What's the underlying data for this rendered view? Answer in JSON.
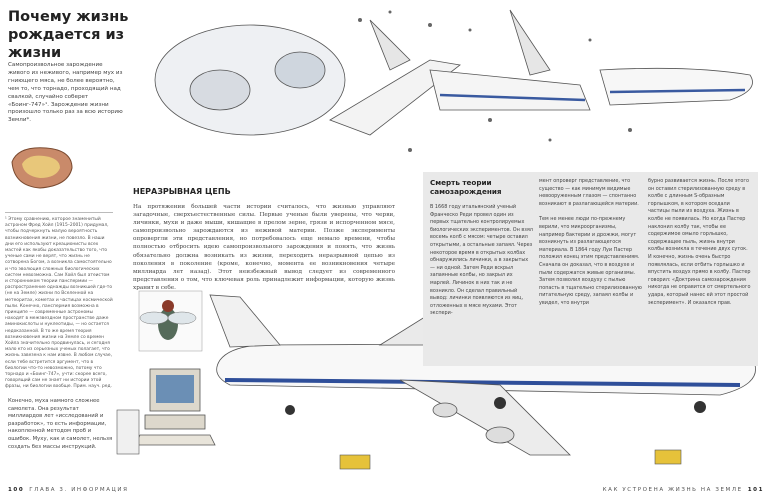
{
  "title": "Почему жизнь рождается из жизни",
  "intro": "Самопроизвольное зарождение живого из неживого, например мух из гниющего мяса, не более вероятно, чем то, что торнадо, проходящий над свалкой, случайно соберет «Боинг-747»¹. Зарождение жизни произошло только раз за всю историю Земли*.",
  "footnote": "¹ Этому сравнению, которое знаменитый астроном Фред Хойл (1915–2001) придумал, чтобы подчеркнуть малую вероятность возникновения жизни, не повезло. В наши дни его используют креационисты всех мастей как якобы доказательство того, что ученые сами не верят, что жизнь не сотворена Богом, а возникла самостоятельно и что эволюция сложных биологических систем невозможна. Сам Хойл был атеистом и сторонником теории панспермии — распространение однажды возникшей где-то (не на Земле) жизни по Вселенной на метеоритах, кометах и частицах космической пыли. Конечно, панспермия возможна в принципе — современные астрономы находят в межзвездном пространстве даже аминокислоты и нуклеотиды, — но остается недоказанной. В то же время теория возникновения жизни на Земле со времен Хойла значительно продвинулась, и сегодня мало кто из серьезных ученых полагает, что жизнь завезена к нам извне. В любом случае, если тебе встретится аргумент, что в биологии что-то невозможно, потому что торнадо и «Боинг-747», учти: скорее всего, говорящий сам не знает ни истории этой фразы, ни биологии вообще. Прим. науч. ред.",
  "caption": "Конечно, муха намного сложнее самолета. Она результат миллиардов лет «исследований и разработок», то есть информации, накопленной методом проб и ошибок. Муху, как и самолет, нельзя создать без массы инструкций.",
  "section": {
    "heading": "НЕРАЗРЫВНАЯ ЦЕПЬ",
    "body": "На протяжении большей части истории считалось, что жизнью управляют загадочные, сверхъестественные силы. Первые ученые были уверены, что черви, личинки, мухи и даже мыши, кишащие в прелом зерне, грязи и испорченном мясе, самопроизвольно зарождаются из неживой материи. Позже эксперименты опровергли эти представления, но потребовалось еще немало времени, чтобы полностью отбросить идею самопроизвольного зарождения и понять, что жизнь обязательно должна возникать из жизни, переходить неразрывной цепью из поколения в поколение (кроме, конечно, момента ее возникновения четыре миллиарда лет назад). Этот неизбежный вывод следует из современного представления о том, что ключевая роль принадлежит информации, которую жизнь хранит в себе."
  },
  "box": {
    "title": "Смерть теории самозарождения",
    "col1": "В 1668 году итальянский ученый Франческо Реди провел один из первых тщательно контролируемых биологических экспериментов. Он взял восемь колб с мясом: четыре оставил открытыми, а остальные запаял. Через некоторое время в открытых колбах обнаружились личинки, а в закрытых — ни одной. Затем Реди вскрыл запаянные колбы, но закрыл их марлей. Личинок в них так и не возникло. Он сделал правильный вывод: личинки появляются из яиц, отложенных в мясе мухами. Этот экспери-",
    "col2a": "мент опроверг представление, что существо — как минимум видимые невооруженным глазом — спонтанно возникают в разлагающейся материи.",
    "col2b": "Тем не менее люди по-прежнему верили, что микроорганизмы, например бактерии и дрожжи, могут возникнуть из разлагающегося материала. В 1864 году Луи Пастер положил конец этим представлениям. Сначала он доказал, что в воздухе и пыли содержатся живые организмы. Затем позволил воздуху с пылью попасть в тщательно стерилизованную питательную среду, запаял колбы и увидел, что внутри",
    "col3": "бурно развивается жизнь. После этого он оставил стерилизованную среду в колбе с длинным S-образным горлышком, в котором оседали частицы пыли из воздуха. Жизнь в колбе не появилась. Но когда Пастер наклонил колбу так, чтобы ее содержимое омыло горлышко, содержащее пыль, жизнь внутри колбы возникла в течение двух суток. И конечно, жизнь очень быстро появлялась, если отбить горлышко и впустить воздух прямо в колбу. Пастер говорил: «Доктрина самозарождения никогда не оправится от смертельного удара, который нанес ей этот простой эксперимент». И оказался прав."
  },
  "footer": {
    "left_page": "100",
    "left_text": "ГЛАВА 3. ИНФОРМАЦИЯ",
    "right_text": "КАК УСТРОЕНА ЖИЗНЬ НА ЗЕМЛЕ",
    "right_page": "101"
  }
}
